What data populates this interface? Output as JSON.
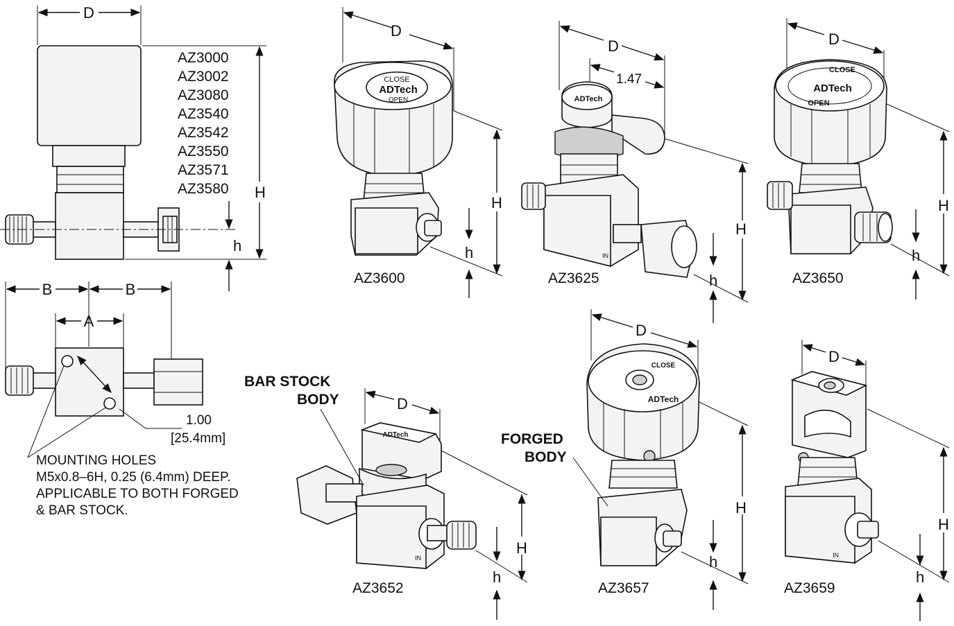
{
  "dimension_labels": {
    "D": "D",
    "H": "H",
    "h": "h",
    "A": "A",
    "B": "B",
    "hole_spacing": "1.00",
    "hole_spacing_metric": "[25.4mm]",
    "handle_dim": "1.47"
  },
  "side_view_models": [
    "AZ3000",
    "AZ3002",
    "AZ3080",
    "AZ3540",
    "AZ3542",
    "AZ3550",
    "AZ3571",
    "AZ3580"
  ],
  "mounting_note": [
    "MOUNTING HOLES",
    "M5x0.8–6H, 0.25 (6.4mm) DEEP.",
    "APPLICABLE TO BOTH FORGED",
    "& BAR STOCK."
  ],
  "callouts": {
    "bar_stock": [
      "BAR STOCK",
      "BODY"
    ],
    "forged": [
      "FORGED",
      "BODY"
    ]
  },
  "valve_models": [
    "AZ3600",
    "AZ3625",
    "AZ3650",
    "AZ3652",
    "AZ3657",
    "AZ3659"
  ],
  "knob_markings": {
    "brand": "ADTech",
    "open": "OPEN",
    "close": "CLOSE",
    "in": "IN"
  }
}
